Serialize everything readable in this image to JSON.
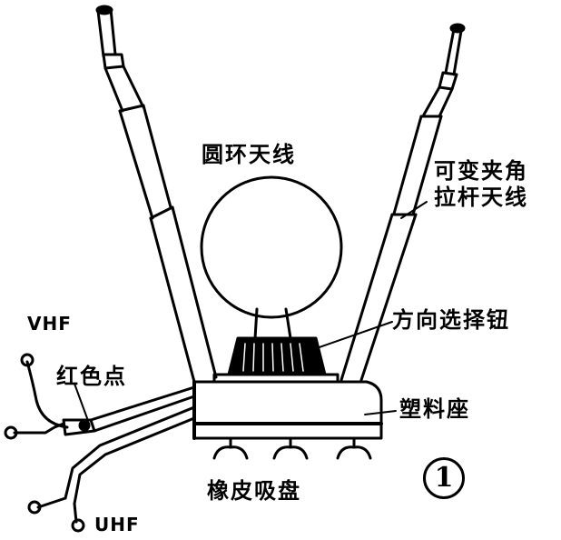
{
  "labels": {
    "loop_antenna": "圆环天线",
    "rod_antenna_line1": "可变夹角",
    "rod_antenna_line2": "拉杆天线",
    "direction_knob": "方向选择钮",
    "plastic_base": "塑料座",
    "rubber_suction": "橡皮吸盘",
    "vhf": "VHF",
    "uhf": "UHF",
    "red_dot": "红色点",
    "figure_number": "1"
  },
  "colors": {
    "ink": "#000000",
    "paper": "#ffffff"
  }
}
